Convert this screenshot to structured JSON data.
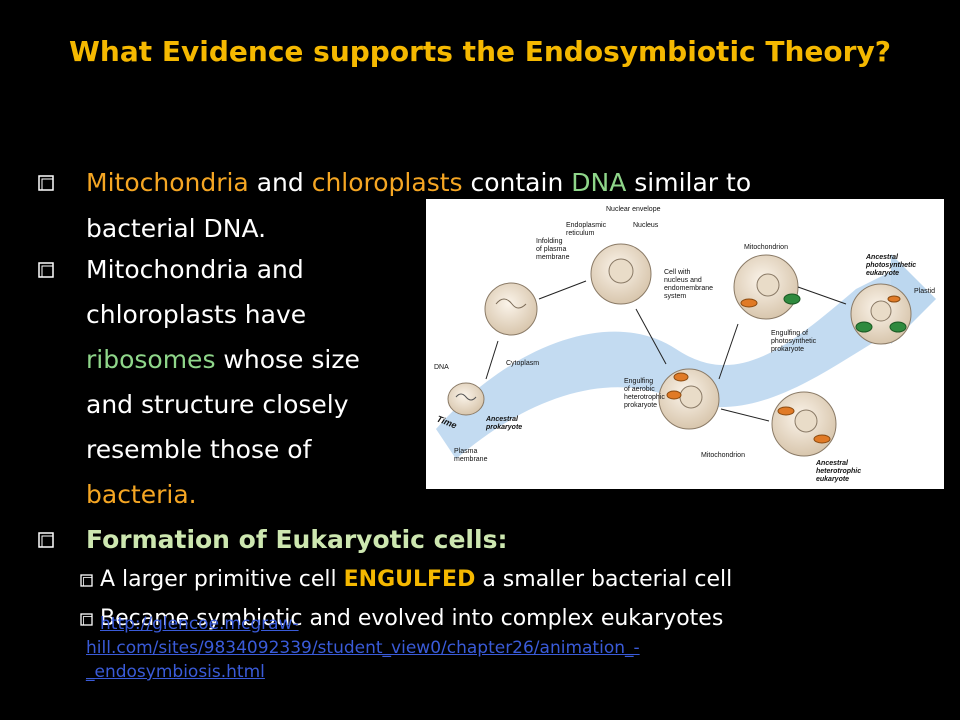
{
  "title": "What Evidence supports the Endosymbiotic Theory?",
  "colors": {
    "title": "#f5b800",
    "highlight_orange": "#f5a623",
    "highlight_green": "#8fd68a",
    "subheading_green": "#cde7b0",
    "engulfed": "#f5b800",
    "link": "#3a5bd9"
  },
  "bullets": {
    "b1": {
      "w1": "Mitochondria",
      "t1": " and ",
      "w2": "chloroplasts",
      "t2": " contain ",
      "w3": "DNA",
      "t3": " similar to",
      "line2": "bacterial DNA."
    },
    "b2": {
      "line1": "Mitochondria and",
      "line2": "chloroplasts have",
      "w1": "ribosomes",
      "t1": " whose size",
      "line4": "and structure closely",
      "line5": "resemble those of",
      "w2": "bacteria."
    },
    "b3": {
      "heading": "Formation of Eukaryotic cells:"
    },
    "sub1": {
      "t1": "A larger primitive cell ",
      "w1": "ENGULFED",
      "t2": " a smaller bacterial cell"
    },
    "sub2": {
      "text": "Became symbiotic and evolved into complex eukaryotes"
    }
  },
  "link": {
    "line1": "http://glencoe.mcgraw-",
    "line2": "hill.com/sites/9834092339/student_view0/chapter26/animation_-",
    "line3": "_endosymbiosis.html"
  },
  "figure": {
    "labels": {
      "nuclear_envelope": "Nuclear envelope",
      "er": "Endoplasmic",
      "er2": "reticulum",
      "nucleus": "Nucleus",
      "infolding": "Infolding",
      "infolding2": "of plasma",
      "infolding3": "membrane",
      "cell_with": "Cell with",
      "cell_with2": "nucleus and",
      "cell_with3": "endomembrane",
      "cell_with4": "system",
      "mito_top": "Mitochondrion",
      "anc_photo": "Ancestral",
      "anc_photo2": "photosynthetic",
      "anc_photo3": "eukaryote",
      "plastid": "Plastid",
      "dna": "DNA",
      "cytoplasm": "Cytoplasm",
      "engulf_photo": "Engulfing of",
      "engulf_photo2": "photosynthetic",
      "engulf_photo3": "prokaryote",
      "engulf_aerobic": "Engulfing",
      "engulf_aerobic2": "of aerobic",
      "engulf_aerobic3": "heterotrophic",
      "engulf_aerobic4": "prokaryote",
      "time": "Time",
      "anc_prok": "Ancestral",
      "anc_prok2": "prokaryote",
      "plasma": "Plasma",
      "plasma2": "membrane",
      "mito_bottom": "Mitochondrion",
      "anc_het": "Ancestral",
      "anc_het2": "heterotrophic",
      "anc_het3": "eukaryote"
    }
  }
}
